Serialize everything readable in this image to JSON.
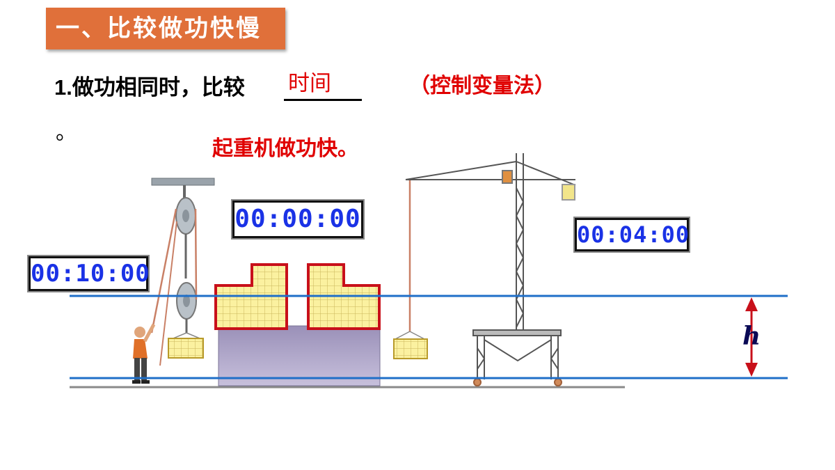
{
  "section_title": "一、比较做功快慢",
  "question": {
    "number": "1.",
    "text": "做功相同时，比较",
    "answer": "时间",
    "trailing": "。"
  },
  "method_note": "（控制变量法）",
  "conclusion": "起重机做功快。",
  "timers": {
    "pulley_timer": "00:10:00",
    "center_timer": "00:00:00",
    "crane_timer": "00:04:00"
  },
  "height_label": "h",
  "colors": {
    "title_bg": "#e0703a",
    "answer_red": "#e00000",
    "timer_digits": "#1a32e6",
    "guide_line_blue": "#1f6fc8"
  }
}
